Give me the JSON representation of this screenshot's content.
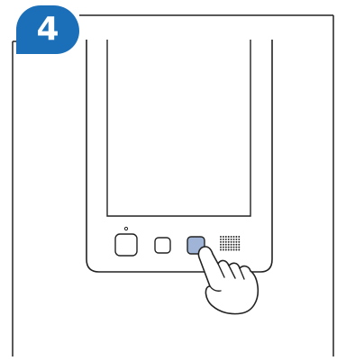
{
  "step_badge": {
    "number": "4",
    "color": "#1a6fb8"
  },
  "device": {
    "outline_color": "#222222",
    "highlighted_button_color": "#9fb4d6",
    "buttons": [
      {
        "name": "home-button",
        "icon": "rounded-square"
      },
      {
        "name": "back-button",
        "icon": "square"
      },
      {
        "name": "menu-button",
        "icon": "square"
      },
      {
        "name": "speaker-grille",
        "icon": "dot-grid"
      }
    ],
    "highlighted_button_index": 2
  },
  "hand": {
    "icon": "pointing-hand-icon",
    "action": "press"
  }
}
